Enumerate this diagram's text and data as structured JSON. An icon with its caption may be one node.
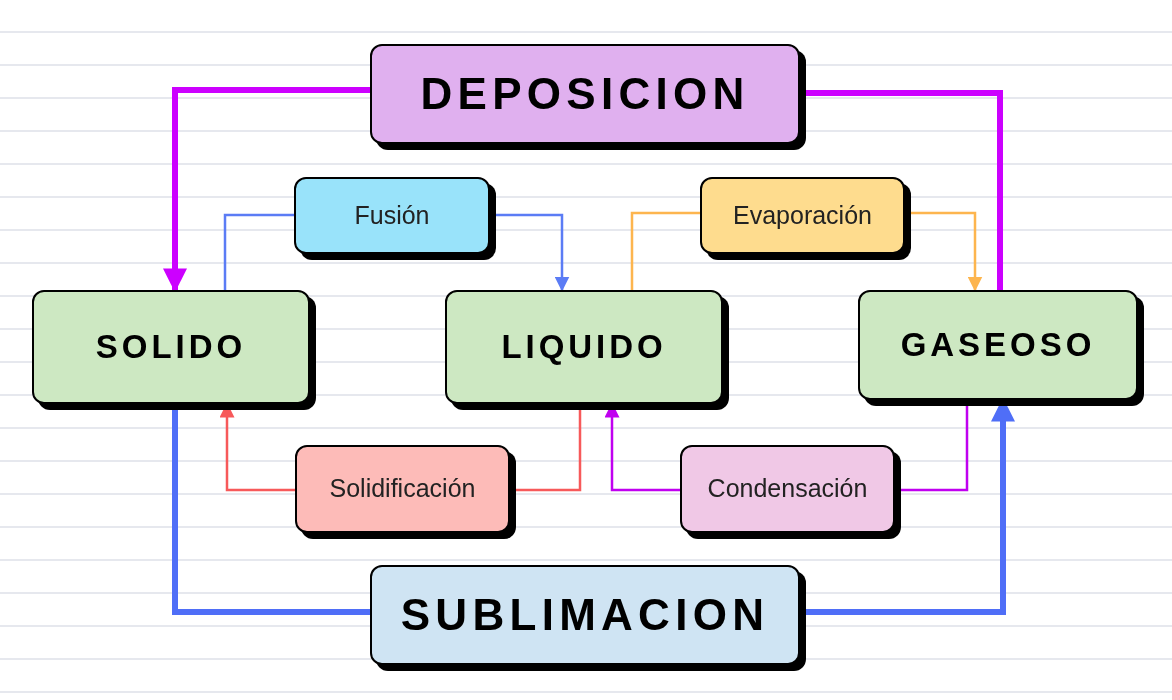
{
  "diagram": {
    "nodes": [
      {
        "text": [
          "DEPOSICION"
        ]
      },
      {
        "text": [
          "Fusión"
        ]
      },
      {
        "text": [
          "Evaporación"
        ]
      },
      {
        "text": [
          "SOLIDO"
        ]
      },
      {
        "text": [
          "LIQUIDO"
        ]
      },
      {
        "text": [
          "GASEOSO"
        ]
      },
      {
        "text": [
          "Solidificación"
        ]
      },
      {
        "text": [
          "Condensación"
        ]
      },
      {
        "text": [
          "SUBLIMACION"
        ]
      }
    ],
    "edges": [
      {
        "from": 5,
        "to": 0,
        "arrow": "none",
        "style": "thick",
        "color": "#cc00ff"
      },
      {
        "from": 0,
        "to": 3,
        "arrow": "to",
        "style": "thick",
        "color": "#cc00ff"
      },
      {
        "from": 3,
        "to": 1,
        "arrow": "none",
        "color": "#5b7cf5"
      },
      {
        "from": 1,
        "to": 4,
        "arrow": "to",
        "color": "#5b7cf5"
      },
      {
        "from": 4,
        "to": 2,
        "arrow": "none",
        "color": "#fdb54e"
      },
      {
        "from": 2,
        "to": 5,
        "arrow": "to",
        "color": "#fdb54e"
      },
      {
        "from": 4,
        "to": 6,
        "arrow": "none",
        "color": "#f7595a"
      },
      {
        "from": 6,
        "to": 3,
        "arrow": "to",
        "color": "#f7595a"
      },
      {
        "from": 5,
        "to": 7,
        "arrow": "none",
        "color": "#c000f0"
      },
      {
        "from": 7,
        "to": 4,
        "arrow": "to",
        "color": "#c000f0"
      },
      {
        "from": 3,
        "to": 8,
        "arrow": "none",
        "style": "thick",
        "color": "#4f6ef7"
      },
      {
        "from": 8,
        "to": 5,
        "arrow": "to",
        "style": "thick",
        "color": "#4f6ef7"
      }
    ]
  }
}
